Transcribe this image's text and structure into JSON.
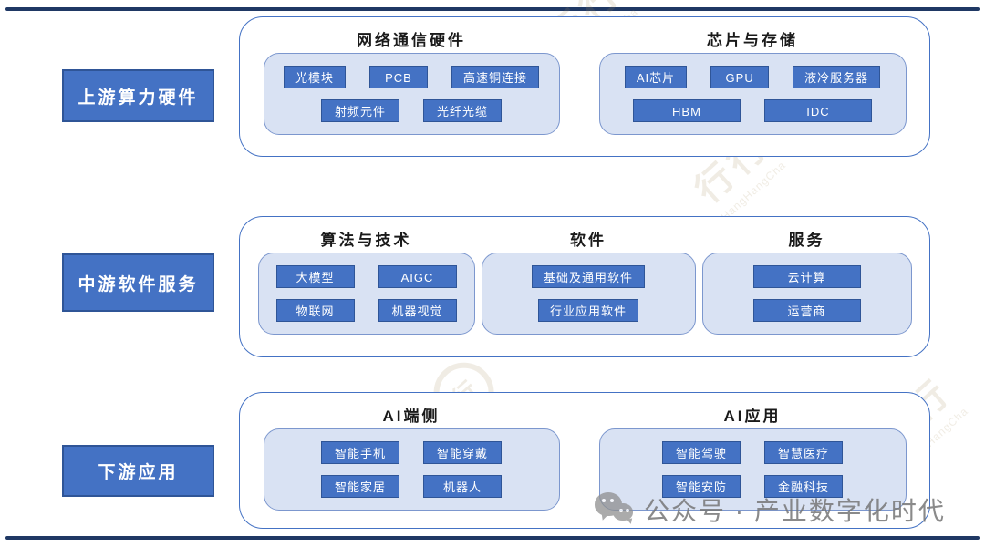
{
  "colors": {
    "accent_blue": "#4472C4",
    "accent_blue_dark": "#2F5597",
    "panel_light_blue": "#D9E2F3",
    "panel_border": "#7C97CE",
    "rule_navy": "#1F3864",
    "watermark_gray": "#767676",
    "watermark_tan": "#A8905F"
  },
  "brand_watermark": {
    "zh": "行行",
    "en": "HangHangCha",
    "ring_glyph": "行"
  },
  "footer": {
    "watermark_text": "公众号 · 产业数字化时代"
  },
  "rows": [
    {
      "label": "上游算力硬件",
      "sections": [
        {
          "title": "网络通信硬件",
          "button_rows": [
            [
              "光模块",
              "PCB",
              "高速铜连接"
            ],
            [
              "射频元件",
              "光纤光缆"
            ]
          ]
        },
        {
          "title": "芯片与存储",
          "button_rows": [
            [
              "AI芯片",
              "GPU",
              "液冷服务器"
            ],
            [
              "HBM",
              "IDC"
            ]
          ]
        }
      ]
    },
    {
      "label": "中游软件服务",
      "sections": [
        {
          "title": "算法与技术",
          "button_rows": [
            [
              "大模型",
              "AIGC"
            ],
            [
              "物联网",
              "机器视觉"
            ]
          ]
        },
        {
          "title": "软件",
          "button_rows": [
            [
              "基础及通用软件"
            ],
            [
              "行业应用软件"
            ]
          ]
        },
        {
          "title": "服务",
          "button_rows": [
            [
              "云计算"
            ],
            [
              "运营商"
            ]
          ]
        }
      ]
    },
    {
      "label": "下游应用",
      "sections": [
        {
          "title": "AI端侧",
          "button_rows": [
            [
              "智能手机",
              "智能穿戴"
            ],
            [
              "智能家居",
              "机器人"
            ]
          ]
        },
        {
          "title": "AI应用",
          "button_rows": [
            [
              "智能驾驶",
              "智慧医疗"
            ],
            [
              "智能安防",
              "金融科技"
            ]
          ]
        }
      ]
    }
  ]
}
